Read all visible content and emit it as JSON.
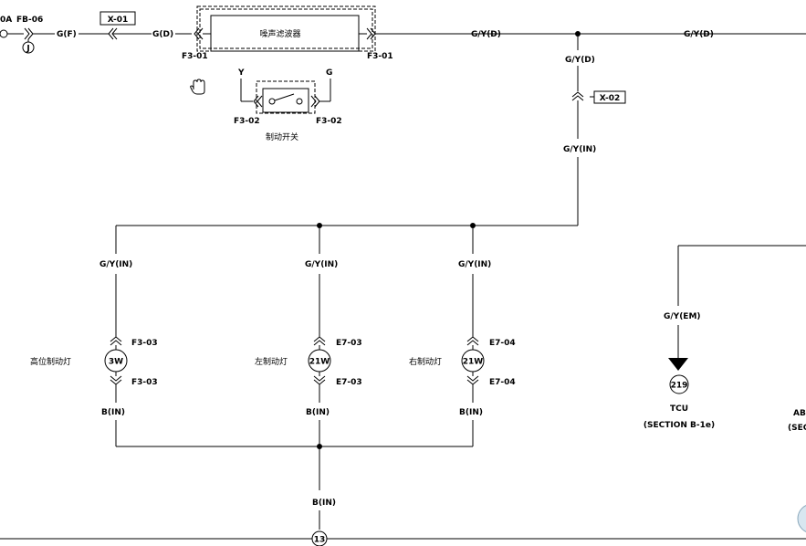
{
  "top": {
    "fuse_rating": "0A",
    "fuse_label": "FB-06",
    "junction_letter": "J",
    "wire_gf": "G(F)",
    "connector_x01": "X-01",
    "wire_gd": "G(D)",
    "filter_name": "噪声滤波器",
    "f301_left": "F3-01",
    "f301_right": "F3-01",
    "pin_y": "Y",
    "pin_g": "G",
    "f302_left": "F3-02",
    "f302_right": "F3-02",
    "switch_name": "制动开关",
    "wire_gyd_1": "G/Y(D)",
    "wire_gyd_2": "G/Y(D)",
    "wire_gyd_3": "G/Y(D)",
    "connector_x02": "X-02",
    "wire_gyin_main": "G/Y(IN)"
  },
  "lamps": [
    {
      "wire_in": "G/Y(IN)",
      "name": "高位制动灯",
      "rating": "3W",
      "conn_top": "F3-03",
      "conn_bottom": "F3-03",
      "wire_out": "B(IN)"
    },
    {
      "wire_in": "G/Y(IN)",
      "name": "左制动灯",
      "rating": "21W",
      "conn_top": "E7-03",
      "conn_bottom": "E7-03",
      "wire_out": "B(IN)"
    },
    {
      "wire_in": "G/Y(IN)",
      "name": "右制动灯",
      "rating": "21W",
      "conn_top": "E7-04",
      "conn_bottom": "E7-04",
      "wire_out": "B(IN)"
    }
  ],
  "bottom": {
    "wire_bin": "B(IN)",
    "ground_num": "13"
  },
  "tcu": {
    "wire": "G/Y(EM)",
    "ref_num": "219",
    "name": "TCU",
    "section": "(SECTION B-1e)"
  },
  "cut_off": {
    "label": "AB",
    "section": "(SEC"
  }
}
